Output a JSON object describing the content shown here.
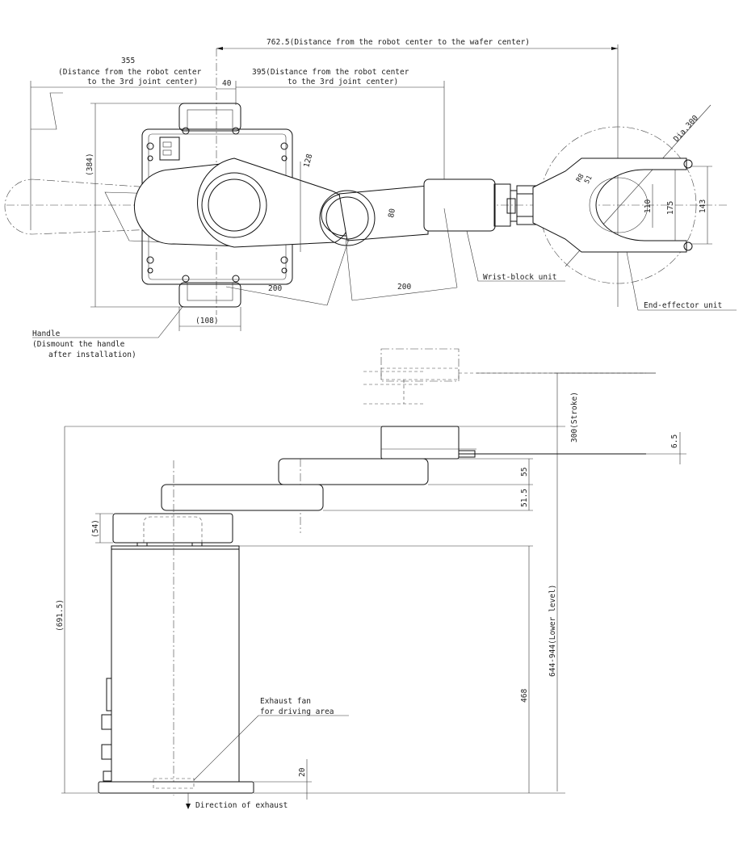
{
  "top_view": {
    "dim_762": "762.5(Distance from the robot center to the wafer center)",
    "dim_355_value": "355",
    "dim_355_line1": "(Distance from the robot center",
    "dim_355_line2": "to the 3rd joint center)",
    "dim_40": "40",
    "dim_395_line1": "395(Distance from the robot center",
    "dim_395_line2": "to the 3rd joint center)",
    "dim_384": "(384)",
    "dim_128": "128",
    "dim_80": "80",
    "dim_200_a": "200",
    "dim_200_b": "200",
    "dim_108": "(108)",
    "dim_r8": "R8",
    "dim_51": "51",
    "dim_dia300": "Dia.300",
    "dim_110": "110",
    "dim_175": "175",
    "dim_143": "143",
    "label_wrist": "Wrist-block unit",
    "label_end_effector": "End-effector unit",
    "label_handle_1": "Handle",
    "label_handle_2": "(Dismount the handle",
    "label_handle_3": "after installation)"
  },
  "side_view": {
    "dim_stroke": "300(Stroke)",
    "dim_6_5": "6.5",
    "dim_55": "55",
    "dim_51_5": "51.5",
    "dim_54": "(54)",
    "dim_691_5": "(691.5)",
    "dim_644": "644-944(Lower level)",
    "dim_468": "468",
    "dim_20": "20",
    "label_exhaust_fan_1": "Exhaust fan",
    "label_exhaust_fan_2": "for driving area",
    "label_exhaust_dir": "Direction of exhaust"
  }
}
